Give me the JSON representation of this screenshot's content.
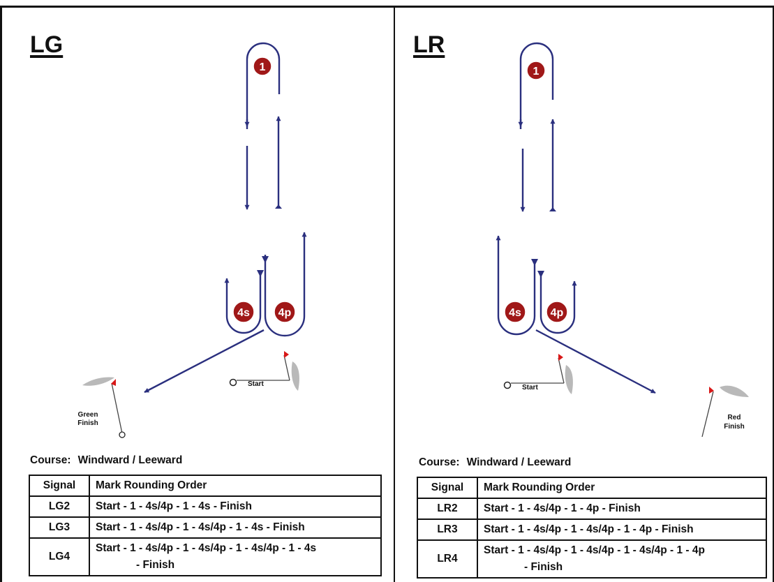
{
  "panels": [
    {
      "title": "LG",
      "marks": {
        "windward": "1",
        "gate_s": "4s",
        "gate_p": "4p"
      },
      "start_label": "Start",
      "finish_label": [
        "Green",
        "Finish"
      ],
      "course": {
        "label": "Course:",
        "value": "Windward / Leeward"
      },
      "table": {
        "headers": [
          "Signal",
          "Mark Rounding Order"
        ],
        "rows": [
          {
            "signal": "LG2",
            "order": [
              "Start - 1 - 4s/4p - 1 - 4s - Finish"
            ]
          },
          {
            "signal": "LG3",
            "order": [
              "Start - 1 - 4s/4p - 1 - 4s/4p - 1 - 4s - Finish"
            ]
          },
          {
            "signal": "LG4",
            "order": [
              "Start - 1 - 4s/4p - 1 - 4s/4p - 1 - 4s/4p - 1 - 4s",
              "- Finish"
            ]
          }
        ]
      }
    },
    {
      "title": "LR",
      "marks": {
        "windward": "1",
        "gate_s": "4s",
        "gate_p": "4p"
      },
      "start_label": "Start",
      "finish_label": [
        "Red",
        "Finish"
      ],
      "course": {
        "label": "Course:",
        "value": "Windward / Leeward"
      },
      "table": {
        "headers": [
          "Signal",
          "Mark Rounding Order"
        ],
        "rows": [
          {
            "signal": "LR2",
            "order": [
              "Start - 1 - 4s/4p - 1 - 4p - Finish"
            ]
          },
          {
            "signal": "LR3",
            "order": [
              "Start - 1 - 4s/4p - 1 - 4s/4p - 1 - 4p - Finish"
            ]
          },
          {
            "signal": "LR4",
            "order": [
              "Start - 1 - 4s/4p - 1 - 4s/4p - 1 - 4s/4p - 1 - 4p",
              "- Finish"
            ]
          }
        ]
      }
    }
  ],
  "colors": {
    "course_line": "#2a2f7e",
    "mark_fill": "#a01818",
    "flag": "#d81818",
    "boat": "#b9b9b9",
    "border": "#111111"
  }
}
